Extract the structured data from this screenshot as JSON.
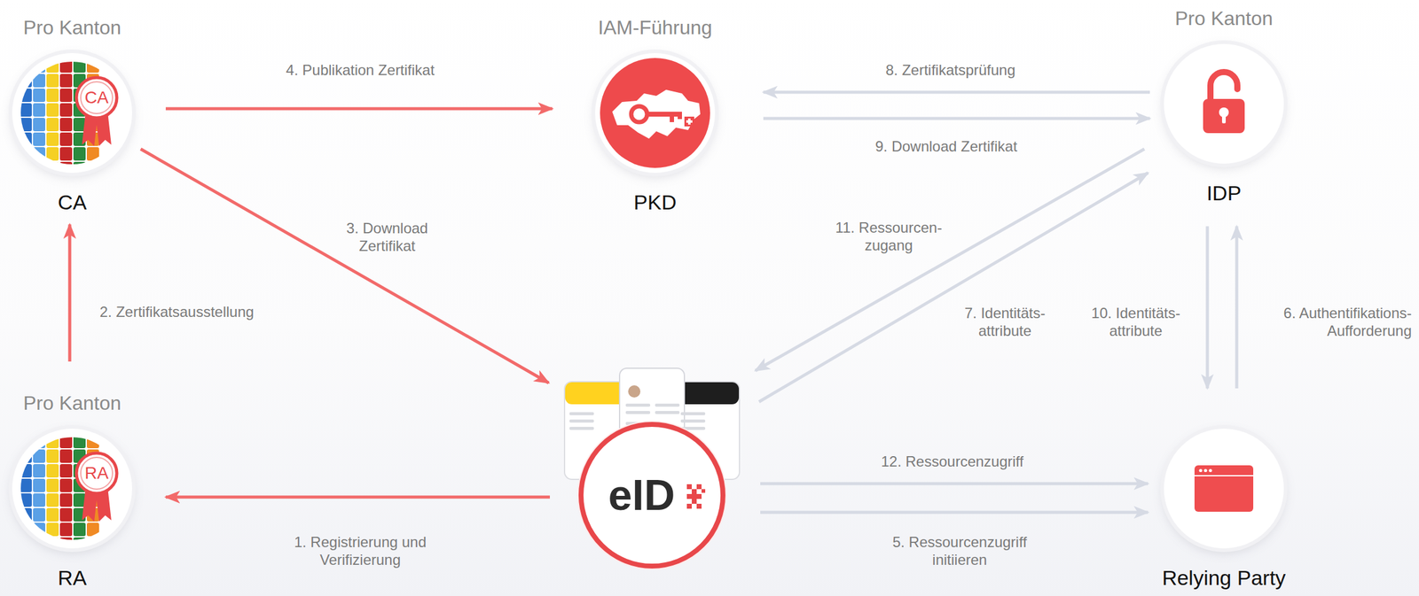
{
  "diagram": {
    "nodes": [
      {
        "text": [
          "Pro Kanton",
          "CA",
          "CA"
        ]
      },
      {
        "text": [
          "IAM-Führung",
          "PKD"
        ]
      },
      {
        "text": [
          "Pro Kanton",
          "IDP"
        ]
      },
      {
        "text": [
          "Pro Kanton",
          "RA",
          "RA"
        ]
      },
      {
        "text": [
          "eID"
        ]
      },
      {
        "text": [
          "Relying Party"
        ]
      }
    ],
    "edges": [
      {
        "from": 4,
        "to": 3,
        "label": "1. Registrierung und Verifizierung",
        "arrow": "to"
      },
      {
        "from": 3,
        "to": 0,
        "label": "2. Zertifikatsausstellung",
        "arrow": "to"
      },
      {
        "from": 0,
        "to": 4,
        "label": "3. Download Zertifikat",
        "arrow": "to"
      },
      {
        "from": 0,
        "to": 1,
        "label": "4. Publikation Zertifikat",
        "arrow": "to"
      },
      {
        "from": 4,
        "to": 5,
        "label": "5. Ressourcenzugriff initiieren",
        "arrow": "to"
      },
      {
        "from": 5,
        "to": 2,
        "label": "6. Authentifikations- Aufforderung",
        "arrow": "to"
      },
      {
        "from": 4,
        "to": 2,
        "label": "7. Identitäts- attribute",
        "arrow": "to"
      },
      {
        "from": 2,
        "to": 1,
        "label": "8. Zertifikatsprüfung",
        "arrow": "to"
      },
      {
        "from": 1,
        "to": 2,
        "label": "9. Download Zertifikat",
        "arrow": "to"
      },
      {
        "from": 2,
        "to": 5,
        "label": "10. Identitäts- attribute",
        "arrow": "to"
      },
      {
        "from": 2,
        "to": 4,
        "label": "11. Ressourcen- zugang",
        "arrow": "to"
      },
      {
        "from": 4,
        "to": 5,
        "label": "12. Ressourcenzugriff",
        "arrow": "to"
      }
    ]
  }
}
